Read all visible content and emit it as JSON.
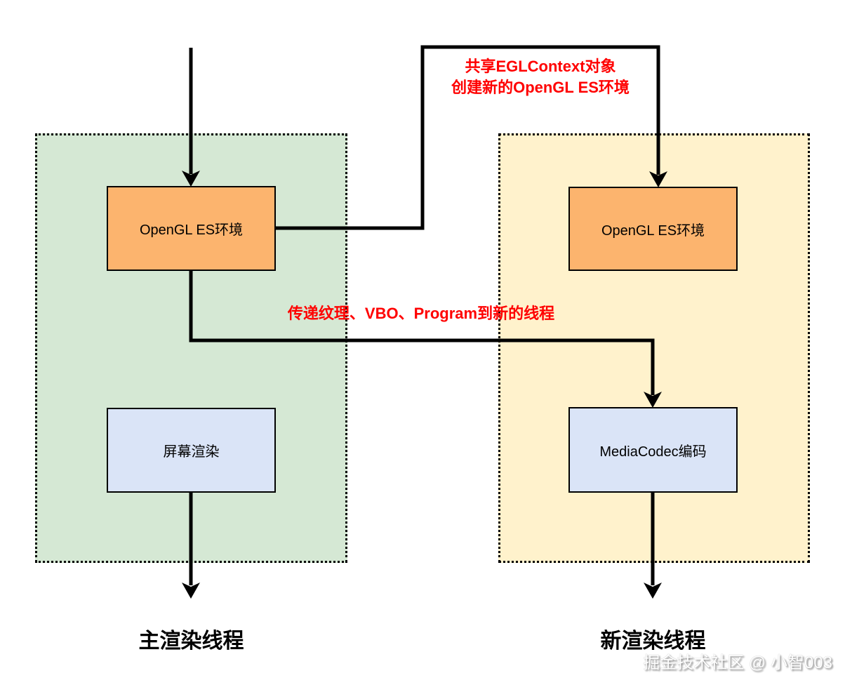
{
  "diagram": {
    "threads": [
      {
        "label": "主渲染线程",
        "boxes": [
          {
            "label": "OpenGL ES环境"
          },
          {
            "label": "屏幕渲染"
          }
        ]
      },
      {
        "label": "新渲染线程",
        "boxes": [
          {
            "label": "OpenGL ES环境"
          },
          {
            "label": "MediaCodec编码"
          }
        ]
      }
    ],
    "annotations": {
      "share_context_line1": "共享EGLContext对象",
      "share_context_line2": "创建新的OpenGL ES环境",
      "transfer": "传递纹理、VBO、Program到新的线程"
    },
    "watermark": "掘金技术社区 @ 小智003",
    "colors": {
      "main_thread_fill": "#d5e8d4",
      "new_thread_fill": "#fff2cc",
      "opengl_box_fill": "#fcb46e",
      "render_box_fill": "#dae4f7",
      "annotation_text": "#ff0000",
      "connector_line": "#000000"
    }
  }
}
